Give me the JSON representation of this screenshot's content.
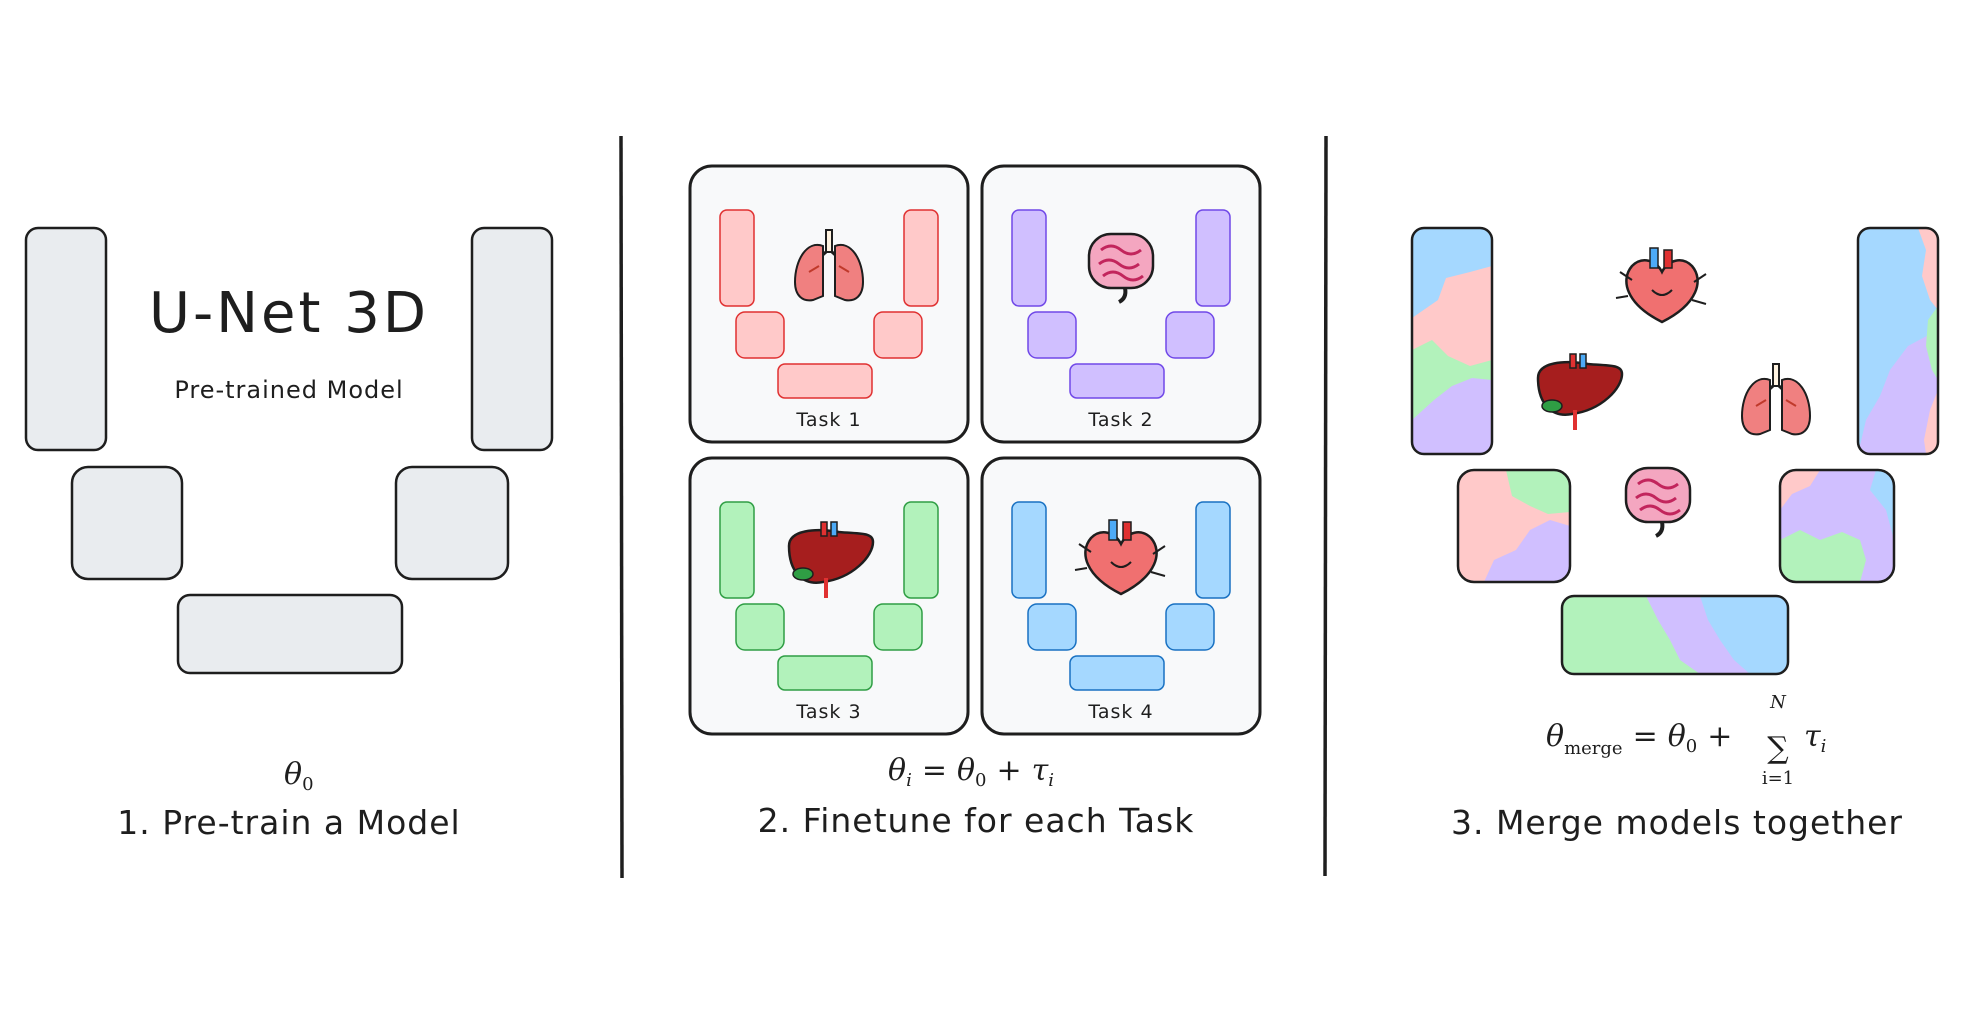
{
  "panel1": {
    "model_name": "U-Net 3D",
    "model_subtitle": "Pre-trained Model",
    "param_symbol": "θ",
    "param_subscript": "0",
    "caption": "1. Pre-train a Model"
  },
  "panel2": {
    "tasks": [
      {
        "label": "Task 1",
        "organ": "lungs",
        "color": "#ffc9c9",
        "stroke": "#e03131"
      },
      {
        "label": "Task 2",
        "organ": "intestine",
        "color": "#d0bfff",
        "stroke": "#7048e8"
      },
      {
        "label": "Task 3",
        "organ": "liver",
        "color": "#b2f2bb",
        "stroke": "#2f9e44"
      },
      {
        "label": "Task 4",
        "organ": "heart",
        "color": "#a5d8ff",
        "stroke": "#1971c2"
      }
    ],
    "formula": {
      "lhs": "θ",
      "lhs_sub": "i",
      "eq": "=",
      "a": "θ",
      "a_sub": "0",
      "plus": "+",
      "b": "τ",
      "b_sub": "i"
    },
    "caption": "2. Finetune for each Task"
  },
  "panel3": {
    "formula": {
      "lhs": "θ",
      "lhs_sub": "merge",
      "eq": "=",
      "a": "θ",
      "a_sub": "0",
      "plus": "+",
      "sum": "∑",
      "sum_top": "N",
      "sum_bottom": "i=1",
      "b": "τ",
      "b_sub": "i"
    },
    "caption": "3. Merge models together"
  },
  "colors": {
    "block_gray": "#e9ecef",
    "red": "#ffc9c9",
    "purple": "#d0bfff",
    "green": "#b2f2bb",
    "blue": "#a5d8ff",
    "ink": "#1e1e1e"
  }
}
